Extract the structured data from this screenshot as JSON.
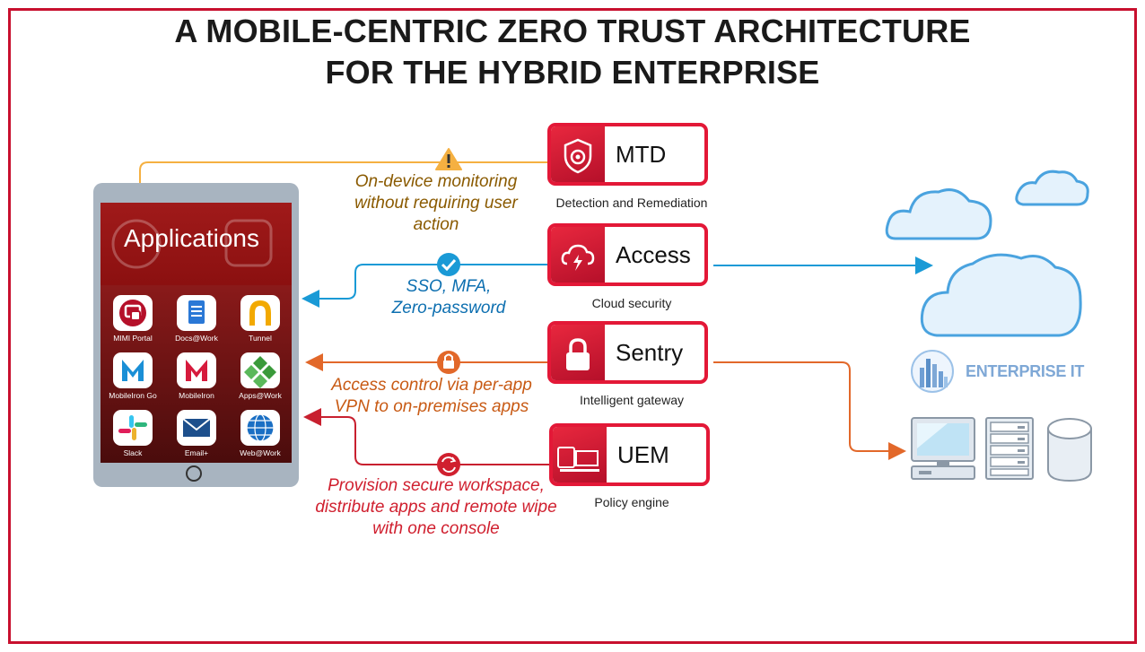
{
  "title": {
    "line1": "A MOBILE-CENTRIC ZERO TRUST ARCHITECTURE",
    "line2": "FOR THE HYBRID ENTERPRISE"
  },
  "device": {
    "header": "Applications",
    "apps": [
      {
        "label": "MIMI Portal",
        "icon": "mimi-portal-icon"
      },
      {
        "label": "Docs@Work",
        "icon": "docs-icon"
      },
      {
        "label": "Tunnel",
        "icon": "tunnel-icon"
      },
      {
        "label": "MobileIron Go",
        "icon": "mobileiron-go-icon"
      },
      {
        "label": "MobileIron",
        "icon": "mobileiron-icon"
      },
      {
        "label": "Apps@Work",
        "icon": "apps-at-work-icon"
      },
      {
        "label": "Slack",
        "icon": "slack-icon"
      },
      {
        "label": "Email+",
        "icon": "email-icon"
      },
      {
        "label": "Web@Work",
        "icon": "web-at-work-icon"
      }
    ]
  },
  "modules": [
    {
      "name": "MTD",
      "caption": "Detection and Remediation",
      "icon": "shield-icon"
    },
    {
      "name": "Access",
      "caption": "Cloud security",
      "icon": "cloud-bolt-icon"
    },
    {
      "name": "Sentry",
      "caption": "Intelligent gateway",
      "icon": "lock-icon"
    },
    {
      "name": "UEM",
      "caption": "Policy engine",
      "icon": "devices-icon"
    }
  ],
  "annotations": {
    "mtd": [
      "On-device monitoring",
      "without requiring user",
      "action"
    ],
    "access": [
      "SSO, MFA,",
      "Zero-password"
    ],
    "sentry": [
      "Access control via per-app",
      "VPN to on-premises apps"
    ],
    "uem": [
      "Provision secure workspace,",
      "distribute apps and remote wipe",
      "with one console"
    ]
  },
  "enterprise": {
    "label": "ENTERPRISE IT"
  },
  "colors": {
    "brand_red": "#e31837",
    "mtd_line": "#f5b041",
    "access_line": "#1a9ad6",
    "sentry_line": "#e2682a",
    "uem_line": "#c8202f",
    "cloud_stroke": "#4aa3df",
    "cloud_fill": "#e4f2fc"
  }
}
